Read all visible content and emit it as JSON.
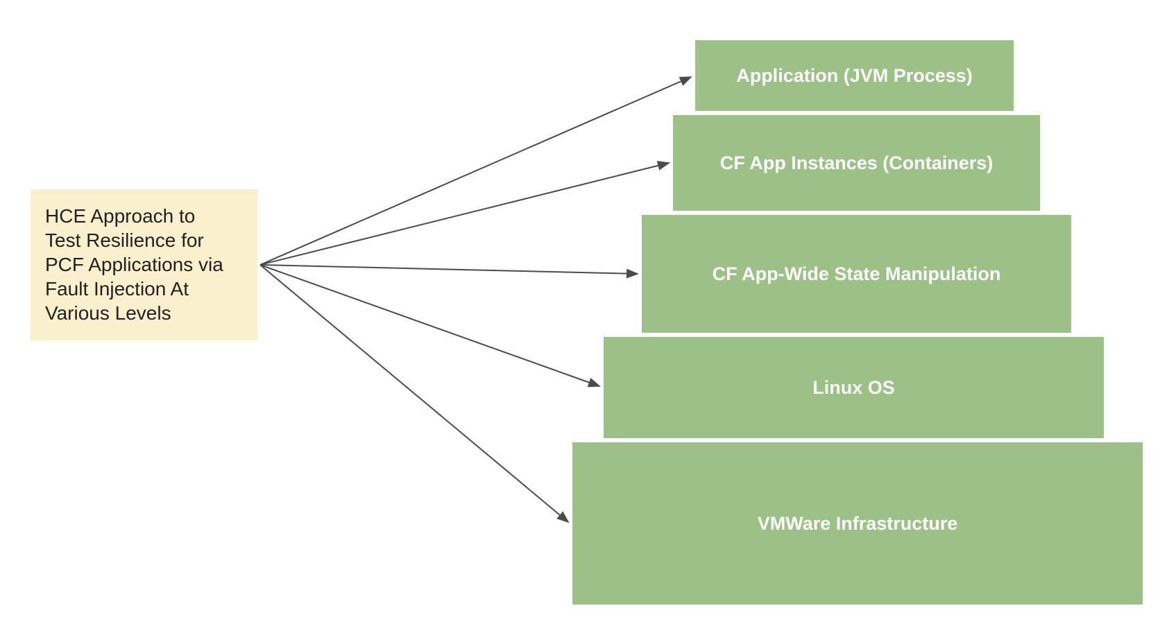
{
  "source_note": {
    "text": "HCE Approach to Test Resilience for PCF Applications via Fault Injection At Various Levels",
    "lines": [
      "HCE Approach to",
      "Test Resilience for",
      "PCF Applications via",
      "Fault Injection At",
      "Various Levels"
    ]
  },
  "levels": [
    {
      "label": "Application (JVM Process)"
    },
    {
      "label": "CF App Instances (Containers)"
    },
    {
      "label": "CF App-Wide State Manipulation"
    },
    {
      "label": "Linux OS"
    },
    {
      "label": "VMWare Infrastructure"
    }
  ],
  "colors": {
    "background": "#ffffff",
    "level_fill": "#9cc187",
    "level_text": "#ffffff",
    "source_fill": "#faf0cd",
    "source_text": "#212121",
    "arrow": "#4b4b4b"
  }
}
